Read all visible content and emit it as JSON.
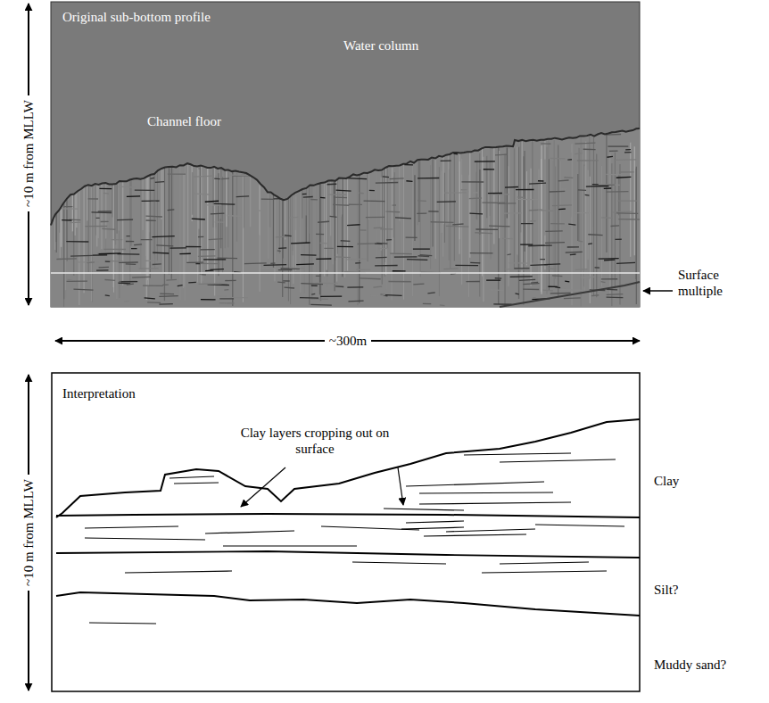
{
  "diagram": {
    "nodes": [
      {
        "text": [
          "Original sub-bottom profile",
          "Water column",
          "Channel floor"
        ]
      },
      {
        "text": [
          "Interpretation",
          "Clay layers cropping out on surface"
        ]
      }
    ],
    "labels": [
      "~10 m from MLLW",
      "Surface multiple",
      "~300m",
      "~10 m from MLLW",
      "Clay",
      "Silt?",
      "Muddy sand?"
    ]
  }
}
